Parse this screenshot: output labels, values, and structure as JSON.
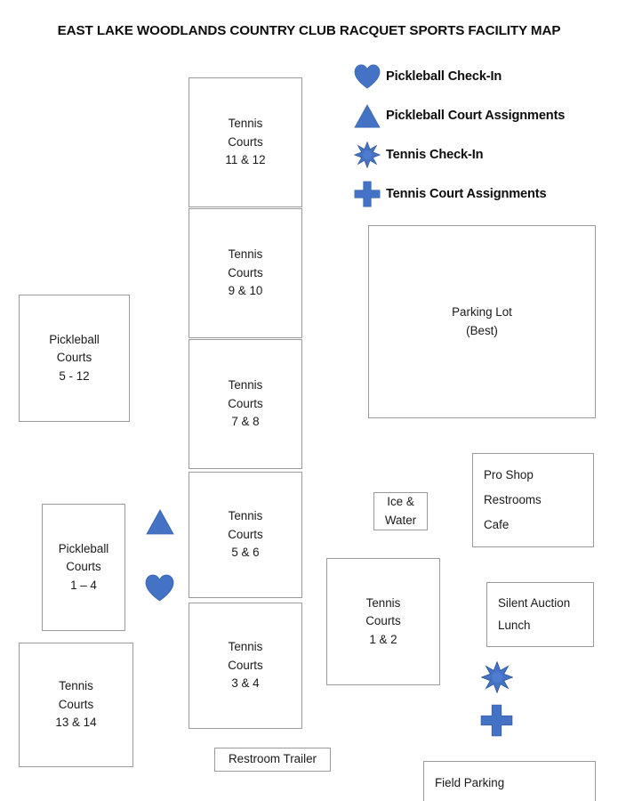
{
  "title": "EAST LAKE WOODLANDS COUNTRY CLUB RACQUET SPORTS FACILITY MAP",
  "colors": {
    "marker_blue": "#4472C4",
    "marker_blue_dark": "#2F5597",
    "box_border": "#9a9a9a",
    "text": "#1a1a1a",
    "background": "#ffffff"
  },
  "legend": {
    "items": [
      {
        "icon": "heart-icon",
        "label": "Pickleball Check-In"
      },
      {
        "icon": "triangle-icon",
        "label": "Pickleball Court Assignments"
      },
      {
        "icon": "star-icon",
        "label": "Tennis Check-In"
      },
      {
        "icon": "cross-icon",
        "label": "Tennis Court Assignments"
      }
    ]
  },
  "boxes": {
    "pickleball_5_12": {
      "lines": [
        "Pickleball",
        "Courts",
        "5 - 12"
      ]
    },
    "pickleball_1_4": {
      "lines": [
        "Pickleball",
        "Courts",
        "1 – 4"
      ]
    },
    "tennis_13_14": {
      "lines": [
        "Tennis",
        "Courts",
        "13 & 14"
      ]
    },
    "tennis_11_12": {
      "lines": [
        "Tennis",
        "Courts",
        "11 & 12"
      ]
    },
    "tennis_9_10": {
      "lines": [
        "Tennis",
        "Courts",
        "9 & 10"
      ]
    },
    "tennis_7_8": {
      "lines": [
        "Tennis",
        "Courts",
        "7 & 8"
      ]
    },
    "tennis_5_6": {
      "lines": [
        "Tennis",
        "Courts",
        "5 & 6"
      ]
    },
    "tennis_3_4": {
      "lines": [
        "Tennis",
        "Courts",
        "3 & 4"
      ]
    },
    "tennis_1_2": {
      "lines": [
        "Tennis",
        "Courts",
        "1 & 2"
      ]
    },
    "restroom_trailer": {
      "lines": [
        "Restroom Trailer"
      ]
    },
    "parking_lot": {
      "lines": [
        "Parking Lot",
        "(Best)"
      ]
    },
    "ice_water": {
      "lines": [
        "Ice &",
        "Water"
      ]
    },
    "pro_shop": {
      "lines": [
        "Pro Shop",
        "Restrooms",
        "Cafe"
      ]
    },
    "silent_auction": {
      "lines": [
        "Silent Auction",
        "Lunch"
      ]
    },
    "field_parking": {
      "lines": [
        "Field Parking"
      ]
    }
  },
  "markers": [
    {
      "icon": "triangle-icon",
      "name": "map-marker-pickleball-court-assignments"
    },
    {
      "icon": "heart-icon",
      "name": "map-marker-pickleball-check-in"
    },
    {
      "icon": "star-icon",
      "name": "map-marker-tennis-check-in"
    },
    {
      "icon": "cross-icon",
      "name": "map-marker-tennis-court-assignments"
    }
  ]
}
